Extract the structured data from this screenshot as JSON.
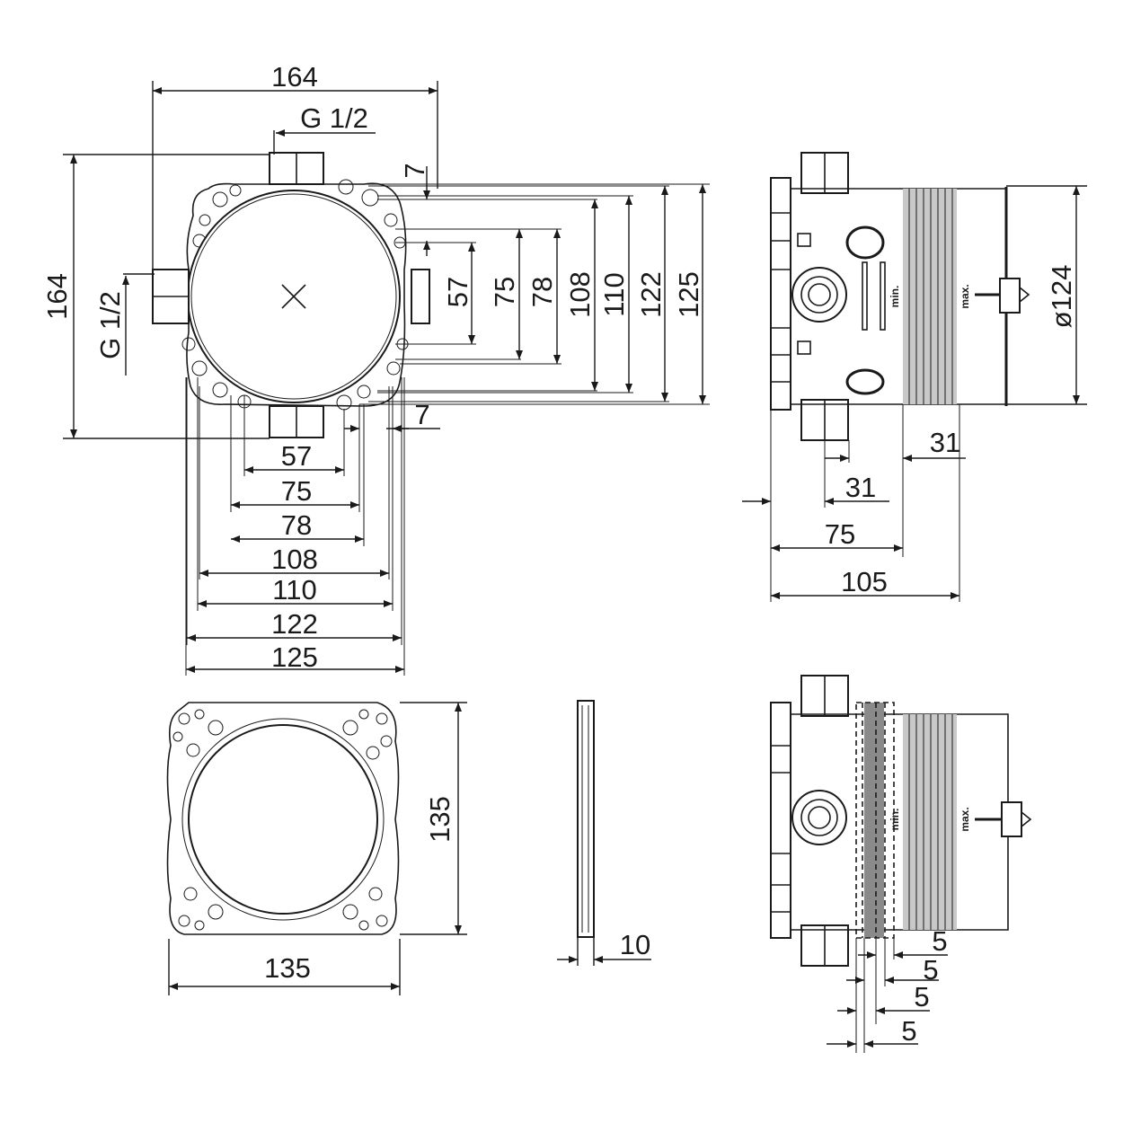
{
  "front_view": {
    "overall_width": "164",
    "overall_height": "164",
    "thread_top": "G 1/2",
    "thread_left": "G 1/2",
    "offset_top": "7",
    "offset_bottom": "7",
    "vertical_dims": [
      "57",
      "75",
      "78",
      "108",
      "110",
      "122",
      "125"
    ],
    "horizontal_dims": [
      "57",
      "75",
      "78",
      "108",
      "110",
      "122",
      "125"
    ]
  },
  "side_view": {
    "diameter": "ø124",
    "depth_a": "31",
    "depth_b": "31",
    "depth_c": "75",
    "depth_total": "105",
    "min_label": "min.",
    "max_label": "max."
  },
  "plate_view": {
    "width": "135",
    "height": "135"
  },
  "plate_side": {
    "thickness": "10"
  },
  "extension_view": {
    "steps": [
      "5",
      "5",
      "5",
      "5"
    ],
    "min_label": "min.",
    "max_label": "max."
  },
  "colors": {
    "line": "#1a1a1a",
    "shade": "#c8c8c8"
  }
}
